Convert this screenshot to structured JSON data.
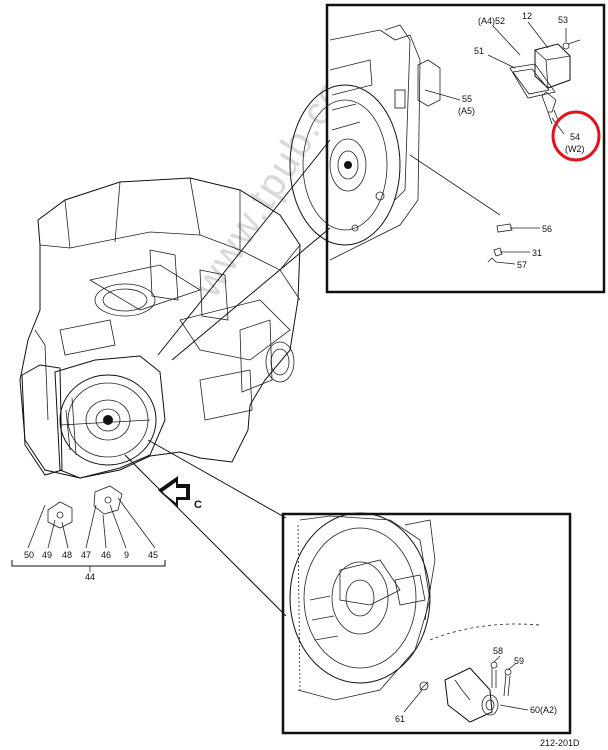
{
  "watermark": "www.tpub.com",
  "view_label": "C",
  "figure_code": "212-201D",
  "top_inset": {
    "labels": {
      "a4_52": "(A4)52",
      "l12": "12",
      "l53": "53",
      "l51": "51",
      "l55": "55",
      "a5": "(A5)",
      "l54": "54",
      "w2": "(W2)",
      "l56": "56",
      "l31": "31",
      "l57": "57"
    },
    "highlight_color": "#e0141e"
  },
  "main": {
    "labels": {
      "l50": "50",
      "l49": "49",
      "l48": "48",
      "l47": "47",
      "l46": "46",
      "l9": "9",
      "l45": "45",
      "l44": "44"
    }
  },
  "bottom_inset": {
    "labels": {
      "l58": "58",
      "l59": "59",
      "l60": "60(A2)",
      "l61": "61"
    }
  }
}
